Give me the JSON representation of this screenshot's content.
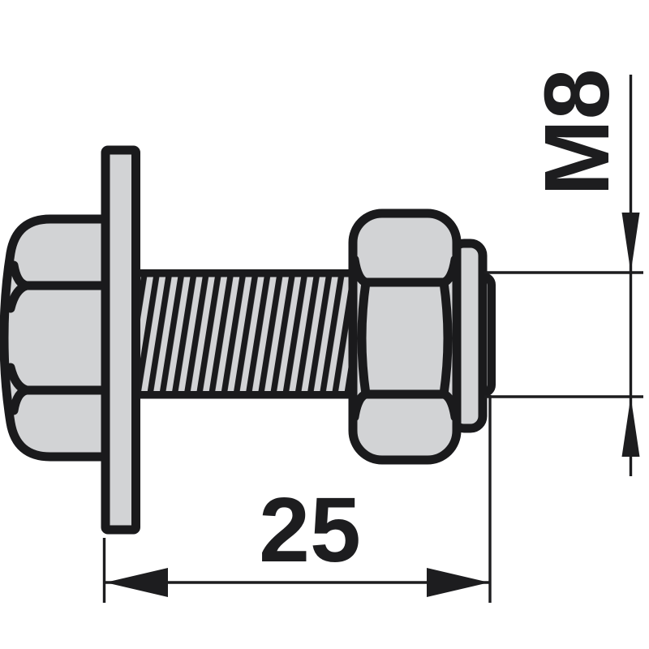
{
  "drawing": {
    "kind": "technical-dimension-drawing",
    "dimension_labels": {
      "thread": "M8",
      "length": "25"
    },
    "colors": {
      "background": "#ffffff",
      "part_fill": "#d2d3d5",
      "outline": "#1a1a1c",
      "dimension": "#1d1d1f"
    }
  }
}
